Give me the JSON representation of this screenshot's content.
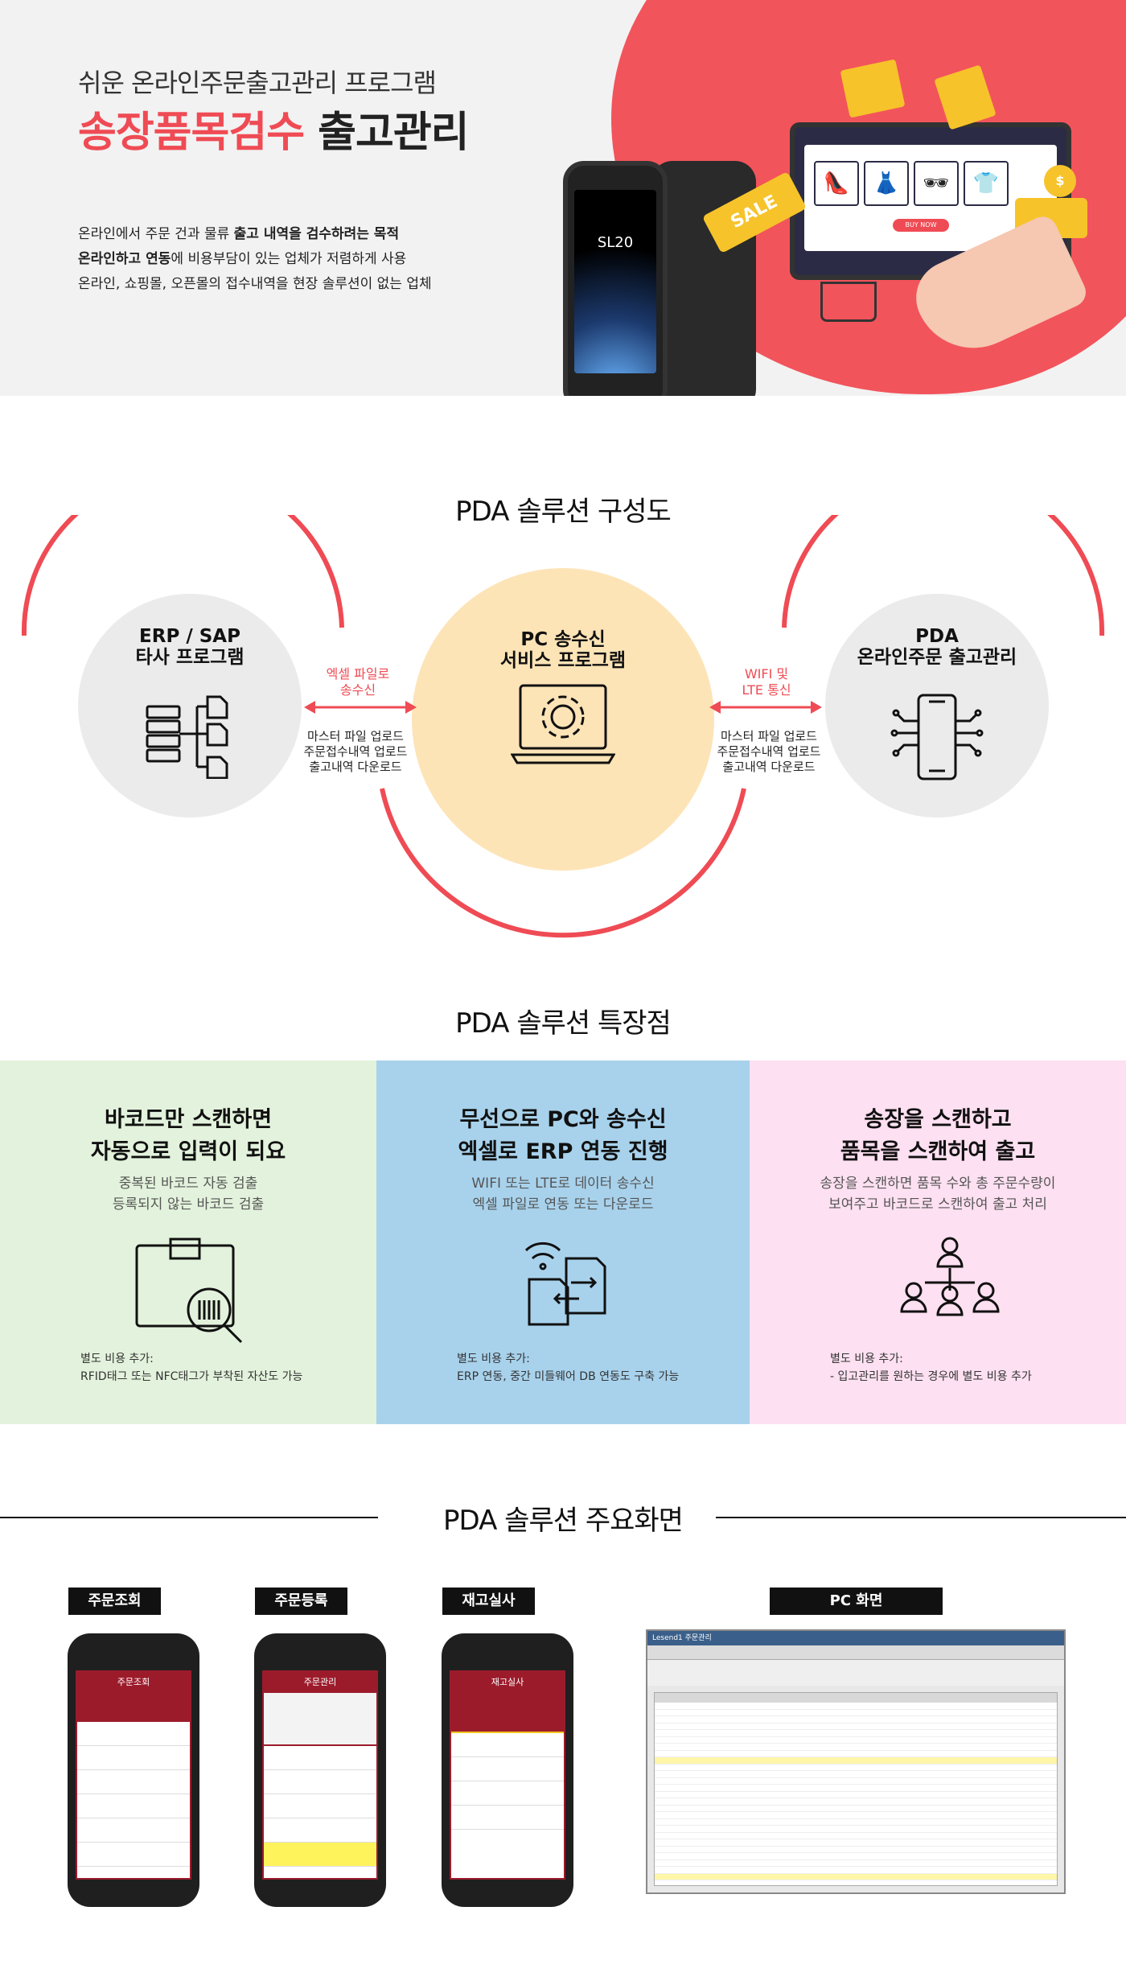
{
  "hero": {
    "subtitle": "쉬운 온라인주문출고관리 프로그램",
    "title_red": "송장품목검수",
    "title_black": "출고관리",
    "desc_line1_a": "온라인에서 주문 건과 물류 ",
    "desc_line1_b": "출고 내역을 검수하려는 목적",
    "desc_line2_a": "온라인하고 연동",
    "desc_line2_b": "에 비용부담이 있는 업체가 저렴하게 사용",
    "desc_line3": "온라인, 쇼핑몰, 오픈몰의 접수내역을 현장 솔루션이 없는 업체",
    "device_label": "SL20",
    "sale_tag": "SALE",
    "buy_now": "BUY NOW",
    "colors": {
      "accent": "#ef4b54",
      "hero_bg": "#f2f2f2"
    }
  },
  "diagram": {
    "title": "PDA 솔루션 구성도",
    "left": {
      "title_line1": "ERP / SAP",
      "title_line2": "타사 프로그램",
      "icon": "server-tree-icon"
    },
    "center": {
      "title_line1": "PC 송수신",
      "title_line2": "서비스 프로그램",
      "icon": "laptop-gear-icon"
    },
    "right": {
      "title_line1": "PDA",
      "title_line2": "온라인주문 출고관리",
      "icon": "mobile-circuit-icon"
    },
    "left_arrow_label_line1": "엑셀 파일로",
    "left_arrow_label_line2": "송수신",
    "right_arrow_label_line1": "WIFI 및",
    "right_arrow_label_line2": "LTE 통신",
    "left_notes": [
      "마스터 파일 업로드",
      "주문접수내역 업로드",
      "출고내역 다운로드"
    ],
    "right_notes": [
      "마스터 파일 업로드",
      "주문접수내역 업로드",
      "출고내역 다운로드"
    ]
  },
  "features": {
    "title": "PDA 솔루션 특장점",
    "items": [
      {
        "title_line1": "바코드만 스캔하면",
        "title_line2": "자동으로 입력이 되요",
        "sub_line1": "중복된 바코드 자동 검출",
        "sub_line2": "등록되지 않는 바코드 검출",
        "note_line1": "별도 비용 추가:",
        "note_line2": "RFID태그 또는 NFC태그가 부착된 자산도 가능",
        "icon": "box-barcode-search-icon",
        "bg": "#e3f2dc"
      },
      {
        "title_line1": "무선으로 PC와 송수신",
        "title_line2": "엑셀로 ERP 연동 진행",
        "sub_line1": "WIFI 또는 LTE로 데이터 송수신",
        "sub_line2": "엑셀 파일로 연동 또는 다운로드",
        "note_line1": "별도 비용 추가:",
        "note_line2": "ERP 연동, 중간 미들웨어 DB 연동도 구축 가능",
        "icon": "wireless-file-transfer-icon",
        "bg": "#a8d2ec"
      },
      {
        "title_line1": "송장을 스캔하고",
        "title_line2": "품목을 스캔하여 출고",
        "sub_line1": "송장을 스캔하면 품목 수와 총 주문수량이",
        "sub_line2": "보여주고 바코드로 스캔하여 출고 처리",
        "note_line1": "별도 비용 추가:",
        "note_line2": "- 입고관리를 원하는 경우에 별도 비용 추가",
        "icon": "people-network-icon",
        "bg": "#fde0f1"
      }
    ]
  },
  "screens": {
    "title": "PDA 솔루션 주요화면",
    "labels": [
      "주문조회",
      "주문등록",
      "재고실사",
      "PC 화면"
    ],
    "pda1_header": "주문조회",
    "pda2_header": "주문관리",
    "pda3_header": "재고실사",
    "pc_title": "Lesend1 주문관리"
  }
}
